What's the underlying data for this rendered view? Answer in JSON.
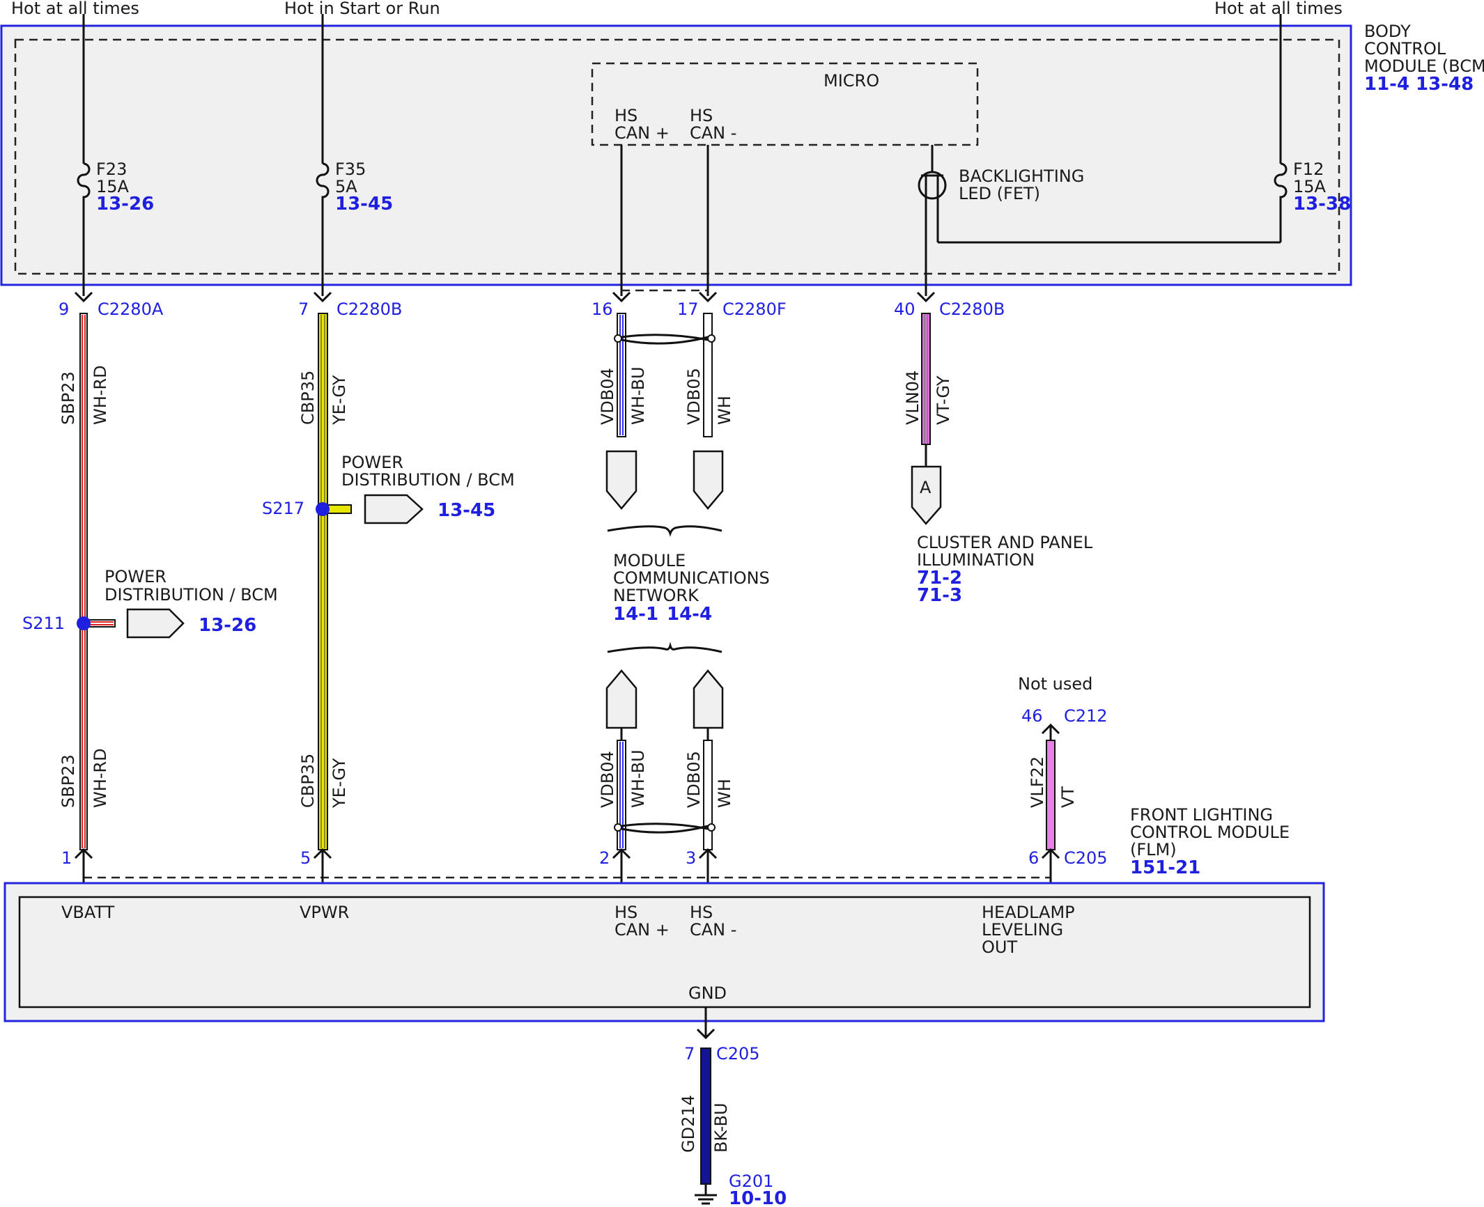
{
  "colors": {
    "module_border": "#2424e0",
    "module_fill": "#f0f0f0",
    "ref_blue": "#1f1fe0",
    "wh_rd": "#e02020",
    "ye_gy": "#e6e600",
    "wh_bu": "#3030e0",
    "vt_gy": "#e070e0",
    "vt": "#e880e8",
    "bk_bu": "#141496"
  },
  "power_labels": {
    "hot_all_times_left": "Hot at all times",
    "hot_start_run": "Hot in Start or Run",
    "hot_all_times_right": "Hot at all times"
  },
  "bcm": {
    "name_l1": "BODY",
    "name_l2": "CONTROL",
    "name_l3": "MODULE (BCM)",
    "ref1": "11-4",
    "ref2": "13-48",
    "micro": "MICRO",
    "hs_can_plus_l1": "HS",
    "hs_can_plus_l2": "CAN +",
    "hs_can_minus_l1": "HS",
    "hs_can_minus_l2": "CAN -",
    "backlight_l1": "BACKLIGHTING",
    "backlight_l2": "LED (FET)",
    "fuses": [
      {
        "name": "F23",
        "rating": "15A",
        "ref": "13-26"
      },
      {
        "name": "F35",
        "rating": "5A",
        "ref": "13-45"
      },
      {
        "name": "F12",
        "rating": "15A",
        "ref": "13-38"
      }
    ]
  },
  "connectors_top": [
    {
      "pin": "9",
      "conn": "C2280A"
    },
    {
      "pin": "7",
      "conn": "C2280B"
    },
    {
      "pin": "16",
      "conn": ""
    },
    {
      "pin": "17",
      "conn": "C2280F"
    },
    {
      "pin": "40",
      "conn": "C2280B"
    }
  ],
  "wires": {
    "sbp23": {
      "circuit": "SBP23",
      "color": "WH-RD"
    },
    "cbp35": {
      "circuit": "CBP35",
      "color": "YE-GY"
    },
    "vdb04": {
      "circuit": "VDB04",
      "color": "WH-BU"
    },
    "vdb05": {
      "circuit": "VDB05",
      "color": "WH"
    },
    "vln04": {
      "circuit": "VLN04",
      "color": "VT-GY"
    },
    "vlf22": {
      "circuit": "VLF22",
      "color": "VT"
    },
    "gd214": {
      "circuit": "GD214",
      "color": "BK-BU"
    }
  },
  "splices": {
    "s217": {
      "id": "S217",
      "desc_l1": "POWER",
      "desc_l2": "DISTRIBUTION / BCM",
      "ref": "13-45"
    },
    "s211": {
      "id": "S211",
      "desc_l1": "POWER",
      "desc_l2": "DISTRIBUTION / BCM",
      "ref": "13-26"
    }
  },
  "cluster": {
    "letter": "A",
    "l1": "CLUSTER AND PANEL",
    "l2": "ILLUMINATION",
    "ref1": "71-2",
    "ref2": "71-3"
  },
  "network": {
    "l1": "MODULE",
    "l2": "COMMUNICATIONS",
    "l3": "NETWORK",
    "ref1": "14-1",
    "ref2": "14-4"
  },
  "not_used": "Not used",
  "c212": {
    "pin": "46",
    "conn": "C212"
  },
  "connectors_bottom": [
    {
      "pin": "1",
      "conn": ""
    },
    {
      "pin": "5",
      "conn": ""
    },
    {
      "pin": "2",
      "conn": ""
    },
    {
      "pin": "3",
      "conn": ""
    },
    {
      "pin": "6",
      "conn": "C205"
    }
  ],
  "flm": {
    "name_l1": "FRONT LIGHTING",
    "name_l2": "CONTROL MODULE",
    "name_l3": "(FLM)",
    "ref": "151-21",
    "vbatt": "VBATT",
    "vpwr": "VPWR",
    "hs_can_plus_l1": "HS",
    "hs_can_plus_l2": "CAN +",
    "hs_can_minus_l1": "HS",
    "hs_can_minus_l2": "CAN -",
    "headlamp_l1": "HEADLAMP",
    "headlamp_l2": "LEVELING",
    "headlamp_l3": "OUT",
    "gnd": "GND"
  },
  "ground": {
    "pin": "7",
    "conn": "C205",
    "id": "G201",
    "ref": "10-10"
  }
}
